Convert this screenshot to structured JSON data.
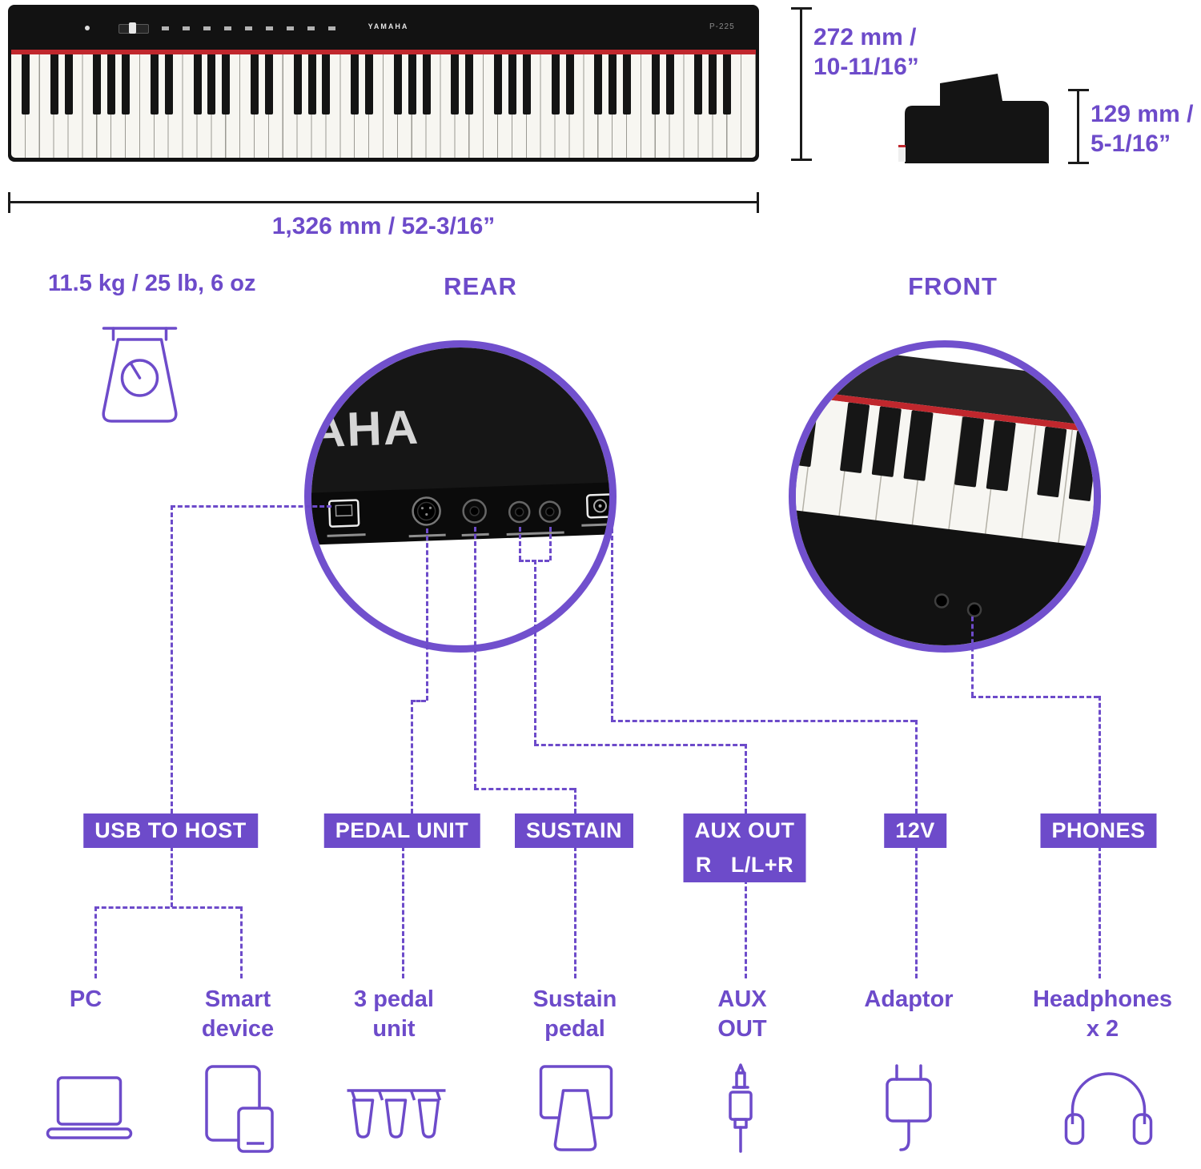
{
  "colors": {
    "accent": "#6d4bca",
    "felt_red": "#c0272d",
    "piano_black": "#121212"
  },
  "piano": {
    "logo": "YAMAHA",
    "model": "P-225"
  },
  "dims": {
    "height_l1": "272 mm /",
    "height_l2": "10-11/16”",
    "depth_l1": "129 mm /",
    "depth_l2": "5-1/16”",
    "width": "1,326 mm / 52-3/16”",
    "weight": "11.5 kg / 25 lb, 6 oz"
  },
  "views": {
    "rear": "REAR",
    "front": "FRONT",
    "rear_logo": "AHA"
  },
  "badges": [
    {
      "label": "USB TO HOST"
    },
    {
      "label": "PEDAL UNIT"
    },
    {
      "label": "SUSTAIN"
    },
    {
      "label": "AUX OUT",
      "label2": "R   L/L+R"
    },
    {
      "label": "12V"
    },
    {
      "label": "PHONES"
    }
  ],
  "targets": [
    {
      "l1": "PC"
    },
    {
      "l1": "Smart",
      "l2": "device"
    },
    {
      "l1": "3 pedal",
      "l2": "unit"
    },
    {
      "l1": "Sustain",
      "l2": "pedal"
    },
    {
      "l1": "AUX",
      "l2": "OUT"
    },
    {
      "l1": "Adaptor"
    },
    {
      "l1": "Headphones",
      "l2": "x 2"
    }
  ]
}
